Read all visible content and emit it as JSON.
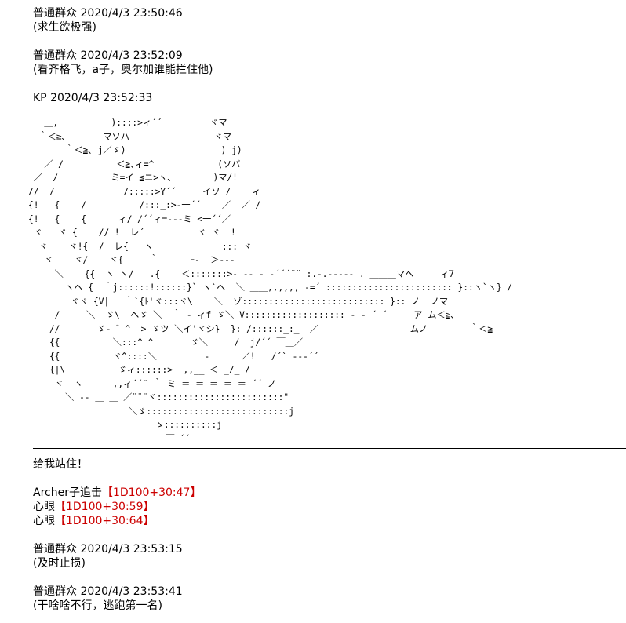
{
  "posts": [
    {
      "header": "普通群众 2020/4/3 23:50:46",
      "text": "(求生欲极强)"
    },
    {
      "header": "普通群众 2020/4/3 23:52:09",
      "text": "(看齐格飞，a子，奥尔加谁能拦住他)"
    },
    {
      "header": "KP 2020/4/3 23:52:33"
    }
  ],
  "ascii_art": "   ＿,          )::::>ィ´´         ヾマ\n  ｀＜≧､       マソハ                ヾマ\n       ｀＜≧､ j／ゞ)                  ) j)\n   ／ /          ＜≧､ィ=^            (ソバ\n ／  /          ミ=イ ≦ニ>ヽ、       )マ/!\n//  /             /:::::>Y´´     イソ /    ィ\n{!   {    /          /:::_:>‐一´´    ／  ／ /\n{!   {    {      ィ/ /´´ィ=‐‐‐ミ <一´´／\n ヾ   ヾ {    // !  レ´          ヾ ヾ  !\n  ヾ    ヾ!{  /  レ{   ヽ             ::: ヾ\n   ヾ    ヾ/    ヾ{     ｀      ｰ-  ＞-‐‐\n     ＼    {{  ヽ ヽ/   .{    ＜:::::::>‐ ‐‐ ‐ ‐´´´¨¨ :.-.-‐‐‐‐ . ＿＿＿マヘ     ィ7\n       ヽヘ {  ｀j::::::!::::::}` ヽ`ヘ  ＼ ＿＿,,,,,, -=´ :::::::::::::::::::::::: }::ヽ`ヽ} /\n        ヾヾ {V|   ｀`{ﾄ'ヾ:::ヾ\\    ＼  ゾ::::::::::::::::::::::::::: }:: ノ  ノマ\n     /     ＼  ゞ\\  ヘゞ ＼  ｀ - ィf ゞ＼ V::::::::::::::::::: - - ´ ´     ア ム＜≧､\n    //       ゞ‐ ゛^  > ゞツ ＼イ'ヾシ}  }: /::::::_:_  ／＿＿              ムノ        ｀＜≧\n    {{          ＼:::^ ^       ゞ＼     /  j/´´ ￣＿／\n    {{          ヾ^::::＼         -      ／!   /´` ‐‐‐´´\n    {|\\          ゞィ::::::>  ,,__ ＜ _/_ /\n     ヾ  ヽ   ＿ ,,ィ´´¨ ｀ ミ ＝ ＝ ＝ ＝ ＝ ´´ ノ\n       ＼ -- ＿ ＿ ／¨¨¨ヾ::::::::::::::::::::::::\"\n                   ＼ゞ:::::::::::::::::::::::::::j\n                        ゝ::::::::::j\n                          ￣ ´´",
  "reply": "给我站住！",
  "rolls": [
    {
      "label": "Archer子追击",
      "value": "【1D100+30:47】"
    },
    {
      "label": "心眼",
      "value": "【1D100+30:59】"
    },
    {
      "label": "心眼",
      "value": "【1D100+30:64】"
    }
  ],
  "posts_after": [
    {
      "header": "普通群众 2020/4/3 23:53:15",
      "text": "(及时止损)"
    },
    {
      "header": "普通群众 2020/4/3 23:53:41",
      "text": "(干啥啥不行，逃跑第一名)"
    }
  ]
}
